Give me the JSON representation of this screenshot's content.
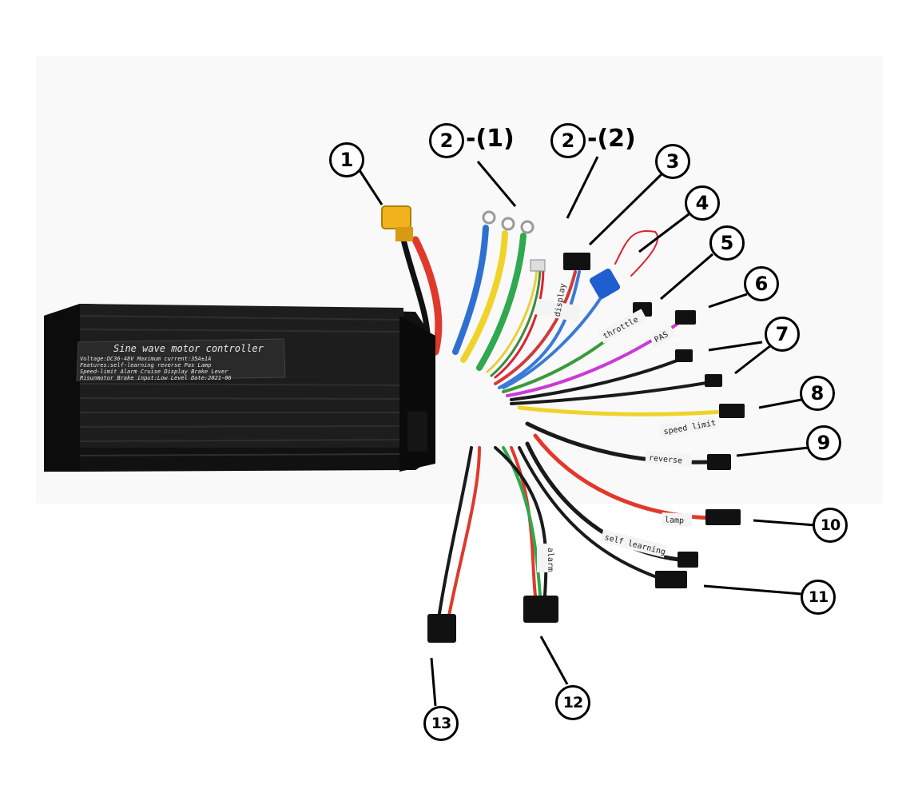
{
  "product": {
    "plate_title": "Sine wave motor controller",
    "plate_line1": "Voltage:DC36-48V     Maximum current:35A±1A",
    "plate_line2": "Features:self-learning reverse Pas Lamp",
    "plate_line3": "Speed-limit Alarm Cruise Display Brake Lever",
    "plate_line4": "Risunmotor   Brake input:Low Level   Date:2021-06"
  },
  "wire_tags": {
    "display": "display",
    "throttle": "throttle",
    "pas": "PAS",
    "speed_limit": "speed limit",
    "reverse": "reverse",
    "lamp": "lamp",
    "self_learning": "self learning",
    "alarm": "alarm"
  },
  "callouts": {
    "c1": "1",
    "c2a": "2",
    "c2a_suffix": "-(1)",
    "c2b": "2",
    "c2b_suffix": "-(2)",
    "c3": "3",
    "c4": "4",
    "c5": "5",
    "c6": "6",
    "c7": "7",
    "c8": "8",
    "c9": "9",
    "c10": "10",
    "c11": "11",
    "c12": "12",
    "c13": "13"
  },
  "colors": {
    "housing": "#1a1a1a",
    "plate": "#2a2a2a",
    "xt60_connector": "#f2b21c",
    "red_wire": "#e0392b",
    "blue_wire": "#2f6fd1",
    "yellow_wire": "#f0d32a",
    "green_wire": "#2fa84f"
  }
}
